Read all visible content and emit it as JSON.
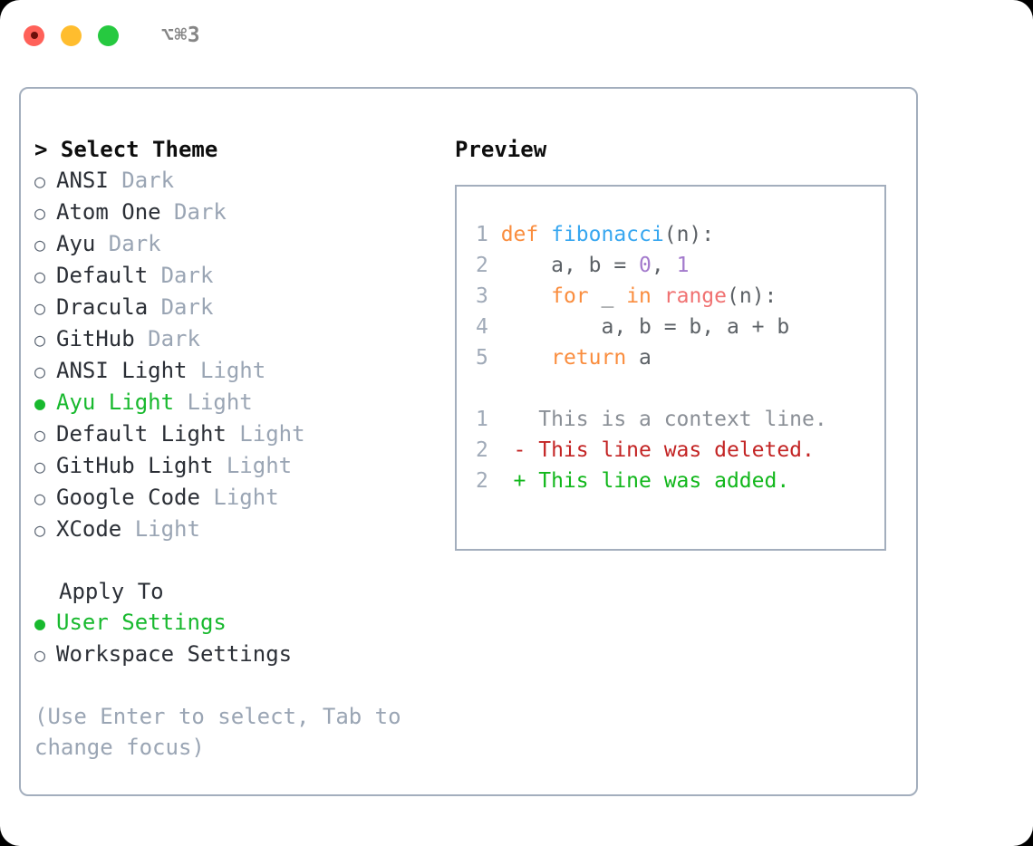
{
  "titlebar": {
    "shortcut": "⌥⌘3",
    "lights": [
      {
        "name": "close",
        "color": "#ff6159"
      },
      {
        "name": "minimize",
        "color": "#ffbd2e"
      },
      {
        "name": "maximize",
        "color": "#26c940"
      }
    ]
  },
  "theme_panel": {
    "title": "> Select Theme",
    "options": [
      {
        "bullet": "○",
        "name": "ANSI",
        "variant": "Dark",
        "selected": false
      },
      {
        "bullet": "○",
        "name": "Atom One",
        "variant": "Dark",
        "selected": false
      },
      {
        "bullet": "○",
        "name": "Ayu",
        "variant": "Dark",
        "selected": false
      },
      {
        "bullet": "○",
        "name": "Default",
        "variant": "Dark",
        "selected": false
      },
      {
        "bullet": "○",
        "name": "Dracula",
        "variant": "Dark",
        "selected": false
      },
      {
        "bullet": "○",
        "name": "GitHub",
        "variant": "Dark",
        "selected": false
      },
      {
        "bullet": "○",
        "name": "ANSI Light",
        "variant": "Light",
        "selected": false
      },
      {
        "bullet": "●",
        "name": "Ayu Light",
        "variant": "Light",
        "selected": true
      },
      {
        "bullet": "○",
        "name": "Default Light",
        "variant": "Light",
        "selected": false
      },
      {
        "bullet": "○",
        "name": "GitHub Light",
        "variant": "Light",
        "selected": false
      },
      {
        "bullet": "○",
        "name": "Google Code",
        "variant": "Light",
        "selected": false
      },
      {
        "bullet": "○",
        "name": "XCode",
        "variant": "Light",
        "selected": false
      }
    ]
  },
  "apply_to": {
    "title": "Apply To",
    "options": [
      {
        "bullet": "●",
        "name": "User Settings",
        "selected": true
      },
      {
        "bullet": "○",
        "name": "Workspace Settings",
        "selected": false
      }
    ]
  },
  "hint": "(Use Enter to select, Tab to change focus)",
  "preview": {
    "title": "Preview",
    "code_lines": [
      {
        "number": "1",
        "tokens": [
          {
            "text": "def ",
            "type": "kw"
          },
          {
            "text": "fibonacci",
            "type": "fn"
          },
          {
            "text": "(n):",
            "type": "punc"
          }
        ]
      },
      {
        "number": "2",
        "tokens": [
          {
            "text": "    a, b = ",
            "type": "plain"
          },
          {
            "text": "0",
            "type": "num"
          },
          {
            "text": ", ",
            "type": "plain"
          },
          {
            "text": "1",
            "type": "num"
          }
        ]
      },
      {
        "number": "3",
        "tokens": [
          {
            "text": "    ",
            "type": "plain"
          },
          {
            "text": "for",
            "type": "kw"
          },
          {
            "text": " _ ",
            "type": "plain"
          },
          {
            "text": "in",
            "type": "kw"
          },
          {
            "text": " ",
            "type": "plain"
          },
          {
            "text": "range",
            "type": "call"
          },
          {
            "text": "(n):",
            "type": "punc"
          }
        ]
      },
      {
        "number": "4",
        "tokens": [
          {
            "text": "        a, b = b, a + b",
            "type": "plain"
          }
        ]
      },
      {
        "number": "5",
        "tokens": [
          {
            "text": "    ",
            "type": "plain"
          },
          {
            "text": "return",
            "type": "kw"
          },
          {
            "text": " a",
            "type": "plain"
          }
        ]
      }
    ],
    "diff_lines": [
      {
        "number": "1",
        "marker": " ",
        "text": " This is a context line.",
        "type": "context"
      },
      {
        "number": "2",
        "marker": "-",
        "text": " This line was deleted.",
        "type": "deleted"
      },
      {
        "number": "2",
        "marker": "+",
        "text": " This line was added.",
        "type": "added"
      }
    ]
  },
  "colors": {
    "border": "#a3aebd",
    "selected_green": "#18b92e",
    "muted": "#9aa5b4",
    "keyword_orange": "#fa8d3e",
    "function_blue": "#38a7f0",
    "number_purple": "#a37acc",
    "call_red": "#f07171",
    "diff_deleted": "#c32424",
    "diff_added": "#11b71b"
  }
}
